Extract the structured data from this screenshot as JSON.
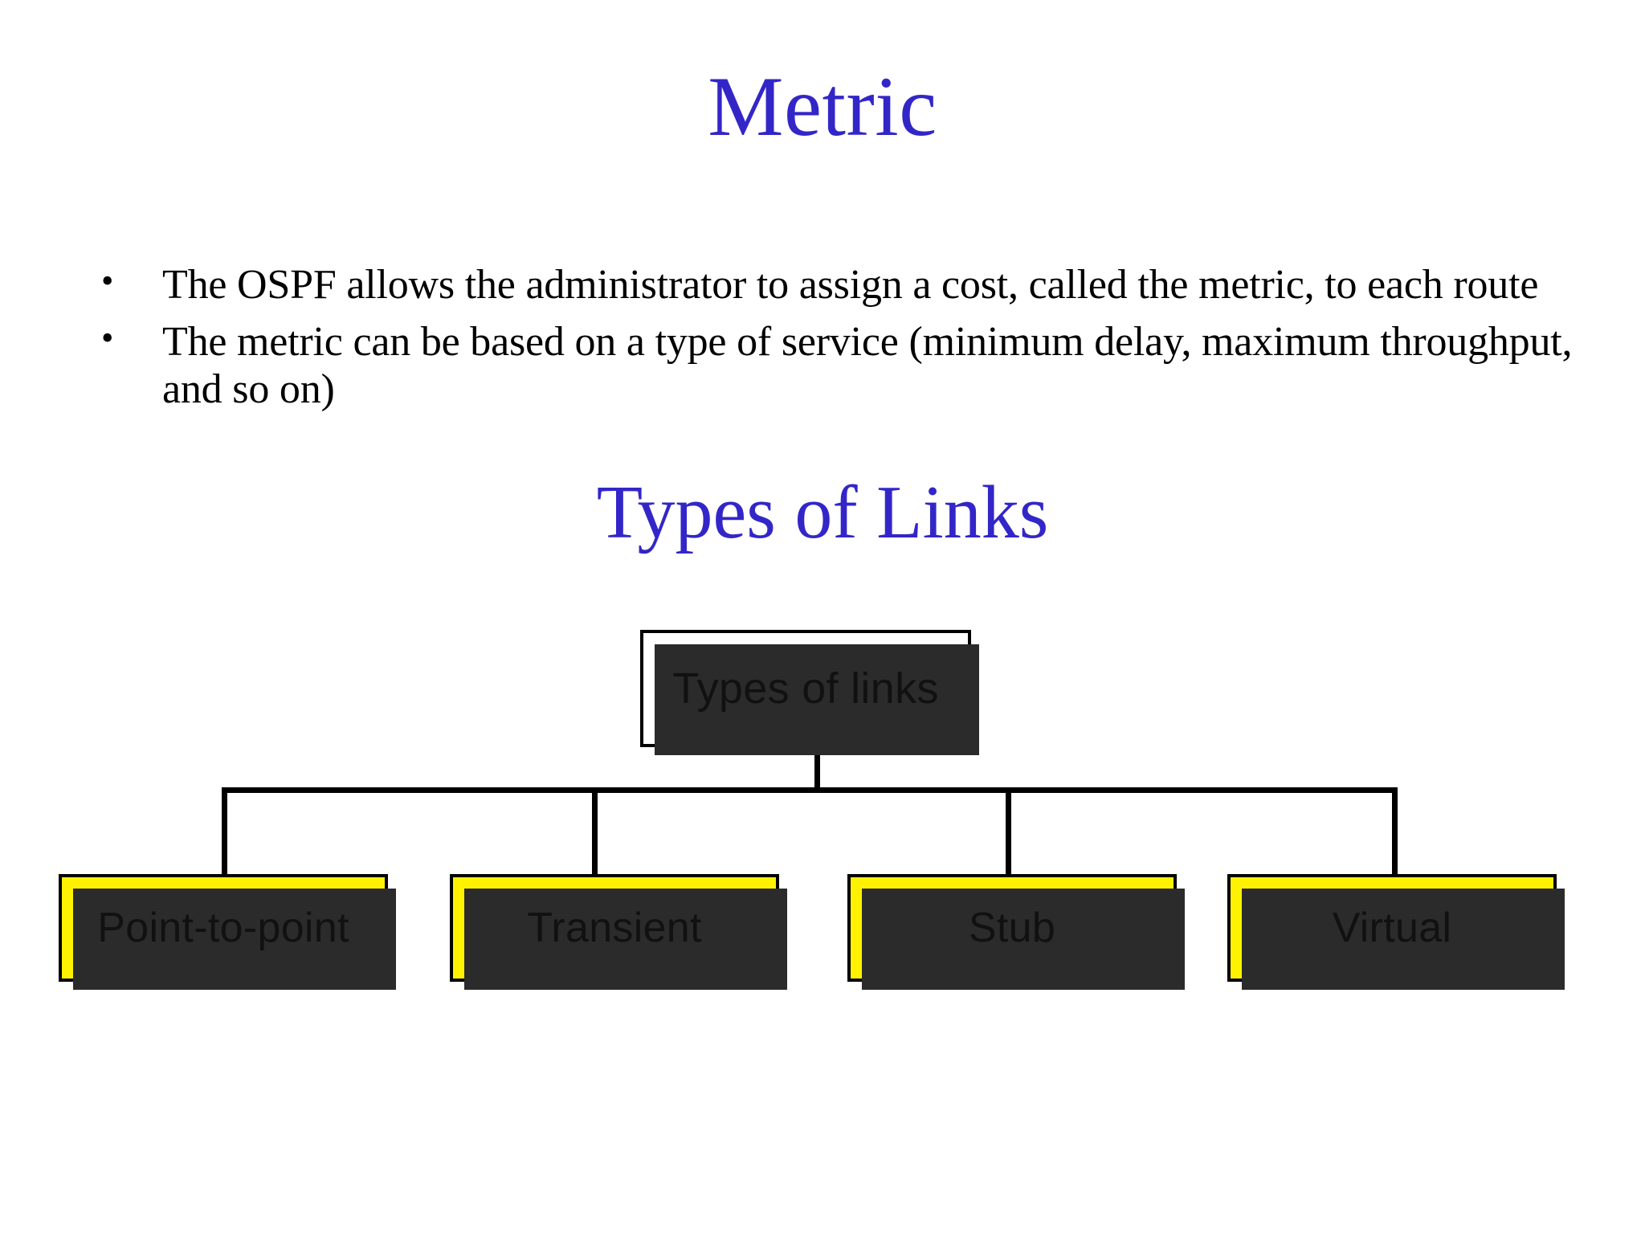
{
  "slide": {
    "title": "Metric",
    "section_heading": "Types of Links",
    "background_color": "#ffffff",
    "heading_color": "#3326c8",
    "body_text_color": "#000000"
  },
  "bullets": [
    {
      "marker": "•",
      "text": "The OSPF allows the administrator to assign a cost, called the metric, to each route"
    },
    {
      "marker": "•",
      "text": "The metric can be based on a type of service (minimum delay, maximum throughput, and so on)"
    }
  ],
  "diagram": {
    "root": {
      "label": "Types of links",
      "fill": "#ffffff",
      "border": "#000000",
      "shadow": "#2b2b2b"
    },
    "leaves": [
      {
        "label": "Point-to-point",
        "fill": "#fff200",
        "border": "#000000",
        "shadow": "#2b2b2b"
      },
      {
        "label": "Transient",
        "fill": "#fff200",
        "border": "#000000",
        "shadow": "#2b2b2b"
      },
      {
        "label": "Stub",
        "fill": "#fff200",
        "border": "#000000",
        "shadow": "#2b2b2b"
      },
      {
        "label": "Virtual",
        "fill": "#fff200",
        "border": "#000000",
        "shadow": "#2b2b2b"
      }
    ]
  }
}
